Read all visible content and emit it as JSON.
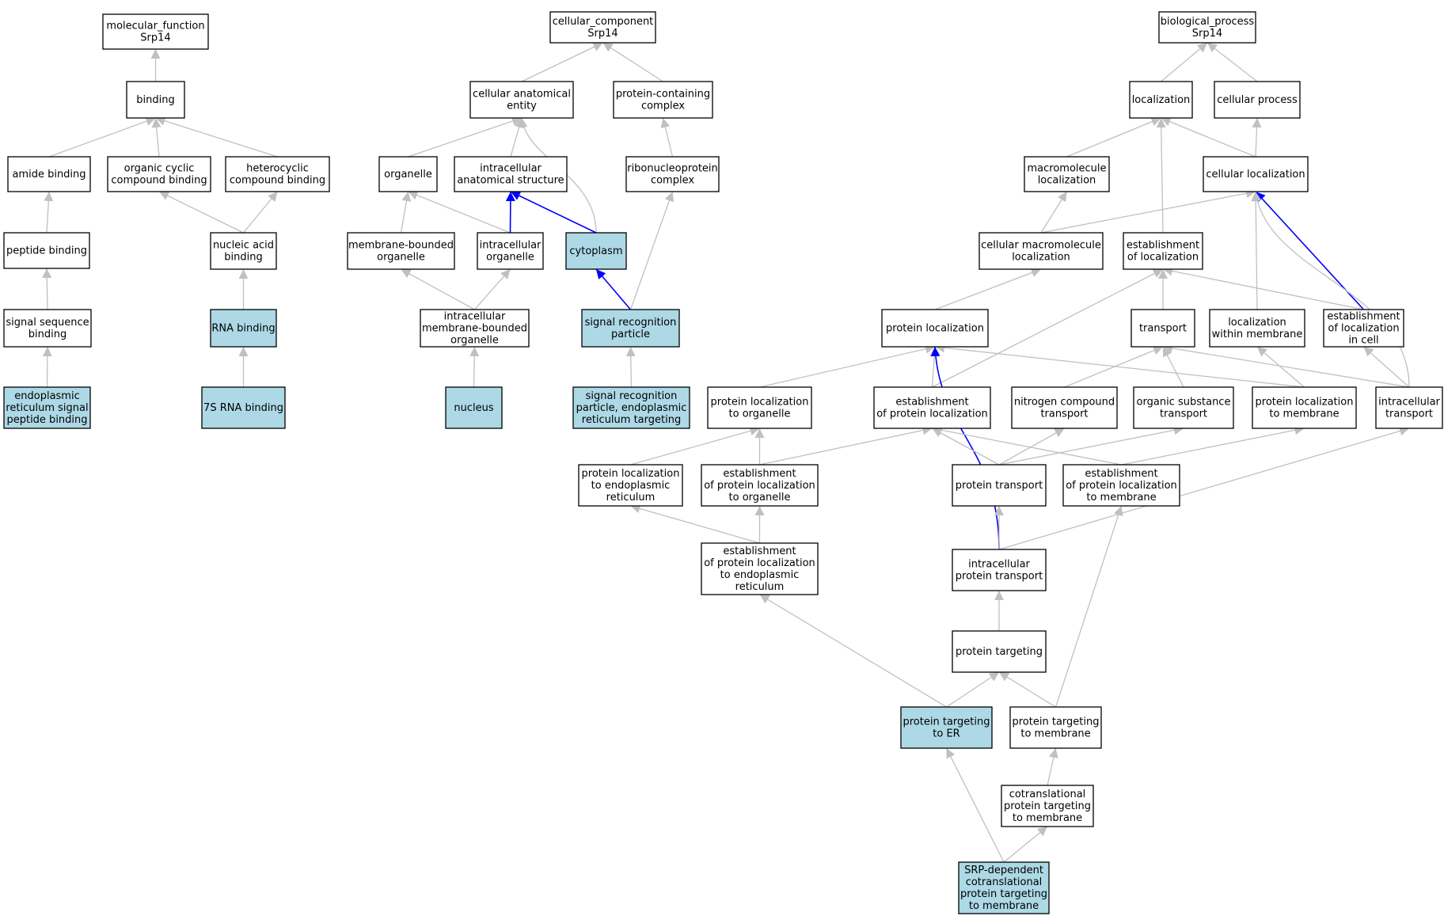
{
  "colors": {
    "plain_fill": "#ffffff",
    "highlight_fill": "#add8e6",
    "edge_gray": "#c0c0c0",
    "edge_blue": "#0000ff",
    "border": "#000000"
  },
  "nodes": [
    {
      "id": "mf",
      "lines": [
        "molecular_function",
        "Srp14"
      ],
      "highlight": false
    },
    {
      "id": "binding",
      "lines": [
        "binding"
      ],
      "highlight": false
    },
    {
      "id": "amide",
      "lines": [
        "amide binding"
      ],
      "highlight": false
    },
    {
      "id": "orgcyc",
      "lines": [
        "organic cyclic",
        "compound binding"
      ],
      "highlight": false
    },
    {
      "id": "hetcyc",
      "lines": [
        "heterocyclic",
        "compound binding"
      ],
      "highlight": false
    },
    {
      "id": "peptide",
      "lines": [
        "peptide binding"
      ],
      "highlight": false
    },
    {
      "id": "nucacid",
      "lines": [
        "nucleic acid",
        "binding"
      ],
      "highlight": false
    },
    {
      "id": "signalseq",
      "lines": [
        "signal sequence",
        "binding"
      ],
      "highlight": false
    },
    {
      "id": "rnabind",
      "lines": [
        "RNA binding"
      ],
      "highlight": true
    },
    {
      "id": "erspb",
      "lines": [
        "endoplasmic",
        "reticulum signal",
        "peptide binding"
      ],
      "highlight": true
    },
    {
      "id": "rna7s",
      "lines": [
        "7S RNA binding"
      ],
      "highlight": true
    },
    {
      "id": "cc",
      "lines": [
        "cellular_component",
        "Srp14"
      ],
      "highlight": false
    },
    {
      "id": "cae",
      "lines": [
        "cellular anatomical",
        "entity"
      ],
      "highlight": false
    },
    {
      "id": "pcc",
      "lines": [
        "protein-containing",
        "complex"
      ],
      "highlight": false
    },
    {
      "id": "organelle",
      "lines": [
        "organelle"
      ],
      "highlight": false
    },
    {
      "id": "ias",
      "lines": [
        "intracellular",
        "anatomical structure"
      ],
      "highlight": false
    },
    {
      "id": "rnp",
      "lines": [
        "ribonucleoprotein",
        "complex"
      ],
      "highlight": false
    },
    {
      "id": "mbo",
      "lines": [
        "membrane-bounded",
        "organelle"
      ],
      "highlight": false
    },
    {
      "id": "io",
      "lines": [
        "intracellular",
        "organelle"
      ],
      "highlight": false
    },
    {
      "id": "cytoplasm",
      "lines": [
        "cytoplasm"
      ],
      "highlight": true
    },
    {
      "id": "imbo",
      "lines": [
        "intracellular",
        "membrane-bounded",
        "organelle"
      ],
      "highlight": false
    },
    {
      "id": "srp",
      "lines": [
        "signal recognition",
        "particle"
      ],
      "highlight": true
    },
    {
      "id": "nucleus",
      "lines": [
        "nucleus"
      ],
      "highlight": true
    },
    {
      "id": "srper",
      "lines": [
        "signal recognition",
        "particle, endoplasmic",
        "reticulum targeting"
      ],
      "highlight": true
    },
    {
      "id": "bp",
      "lines": [
        "biological_process",
        "Srp14"
      ],
      "highlight": false
    },
    {
      "id": "loc",
      "lines": [
        "localization"
      ],
      "highlight": false
    },
    {
      "id": "cellproc",
      "lines": [
        "cellular process"
      ],
      "highlight": false
    },
    {
      "id": "macloc",
      "lines": [
        "macromolecule",
        "localization"
      ],
      "highlight": false
    },
    {
      "id": "cellloc",
      "lines": [
        "cellular localization"
      ],
      "highlight": false
    },
    {
      "id": "cmacloc",
      "lines": [
        "cellular macromolecule",
        "localization"
      ],
      "highlight": false
    },
    {
      "id": "estloc",
      "lines": [
        "establishment",
        "of localization"
      ],
      "highlight": false
    },
    {
      "id": "protloc",
      "lines": [
        "protein localization"
      ],
      "highlight": false
    },
    {
      "id": "transport",
      "lines": [
        "transport"
      ],
      "highlight": false
    },
    {
      "id": "locmem",
      "lines": [
        "localization",
        "within membrane"
      ],
      "highlight": false
    },
    {
      "id": "estloccell",
      "lines": [
        "establishment",
        "of localization",
        "in cell"
      ],
      "highlight": false
    },
    {
      "id": "plorg",
      "lines": [
        "protein localization",
        "to organelle"
      ],
      "highlight": false
    },
    {
      "id": "estprotloc",
      "lines": [
        "establishment",
        "of protein localization"
      ],
      "highlight": false
    },
    {
      "id": "nitro",
      "lines": [
        "nitrogen compound",
        "transport"
      ],
      "highlight": false
    },
    {
      "id": "orgsub",
      "lines": [
        "organic substance",
        "transport"
      ],
      "highlight": false
    },
    {
      "id": "plmem",
      "lines": [
        "protein localization",
        "to membrane"
      ],
      "highlight": false
    },
    {
      "id": "ictrans",
      "lines": [
        "intracellular",
        "transport"
      ],
      "highlight": false
    },
    {
      "id": "pler",
      "lines": [
        "protein localization",
        "to endoplasmic",
        "reticulum"
      ],
      "highlight": false
    },
    {
      "id": "estplorg",
      "lines": [
        "establishment",
        "of protein localization",
        "to organelle"
      ],
      "highlight": false
    },
    {
      "id": "prottrans",
      "lines": [
        "protein transport"
      ],
      "highlight": false
    },
    {
      "id": "estplmem",
      "lines": [
        "establishment",
        "of protein localization",
        "to membrane"
      ],
      "highlight": false
    },
    {
      "id": "estpler",
      "lines": [
        "establishment",
        "of protein localization",
        "to endoplasmic",
        "reticulum"
      ],
      "highlight": false
    },
    {
      "id": "icprottrans",
      "lines": [
        "intracellular",
        "protein transport"
      ],
      "highlight": false
    },
    {
      "id": "prottarg",
      "lines": [
        "protein targeting"
      ],
      "highlight": false
    },
    {
      "id": "ptarger",
      "lines": [
        "protein targeting",
        "to ER"
      ],
      "highlight": true
    },
    {
      "id": "ptargmem",
      "lines": [
        "protein targeting",
        "to membrane"
      ],
      "highlight": false
    },
    {
      "id": "cotrans",
      "lines": [
        "cotranslational",
        "protein targeting",
        "to membrane"
      ],
      "highlight": false
    },
    {
      "id": "srpdep",
      "lines": [
        "SRP-dependent",
        "cotranslational",
        "protein targeting",
        "to membrane"
      ],
      "highlight": true
    }
  ],
  "edges": [
    {
      "from": "binding",
      "to": "mf",
      "color": "gray"
    },
    {
      "from": "amide",
      "to": "binding",
      "color": "gray"
    },
    {
      "from": "orgcyc",
      "to": "binding",
      "color": "gray"
    },
    {
      "from": "hetcyc",
      "to": "binding",
      "color": "gray"
    },
    {
      "from": "peptide",
      "to": "amide",
      "color": "gray"
    },
    {
      "from": "nucacid",
      "to": "orgcyc",
      "color": "gray"
    },
    {
      "from": "nucacid",
      "to": "hetcyc",
      "color": "gray"
    },
    {
      "from": "signalseq",
      "to": "peptide",
      "color": "gray"
    },
    {
      "from": "rnabind",
      "to": "nucacid",
      "color": "gray"
    },
    {
      "from": "erspb",
      "to": "signalseq",
      "color": "gray"
    },
    {
      "from": "rna7s",
      "to": "rnabind",
      "color": "gray"
    },
    {
      "from": "cae",
      "to": "cc",
      "color": "gray"
    },
    {
      "from": "pcc",
      "to": "cc",
      "color": "gray"
    },
    {
      "from": "organelle",
      "to": "cae",
      "color": "gray"
    },
    {
      "from": "ias",
      "to": "cae",
      "color": "gray"
    },
    {
      "from": "cytoplasm",
      "to": "cae",
      "color": "gray",
      "curve": true
    },
    {
      "from": "rnp",
      "to": "pcc",
      "color": "gray"
    },
    {
      "from": "mbo",
      "to": "organelle",
      "color": "gray"
    },
    {
      "from": "io",
      "to": "organelle",
      "color": "gray"
    },
    {
      "from": "io",
      "to": "ias",
      "color": "blue"
    },
    {
      "from": "cytoplasm",
      "to": "ias",
      "color": "blue"
    },
    {
      "from": "imbo",
      "to": "mbo",
      "color": "gray"
    },
    {
      "from": "imbo",
      "to": "io",
      "color": "gray"
    },
    {
      "from": "srp",
      "to": "cytoplasm",
      "color": "blue"
    },
    {
      "from": "srp",
      "to": "rnp",
      "color": "gray"
    },
    {
      "from": "nucleus",
      "to": "imbo",
      "color": "gray"
    },
    {
      "from": "srper",
      "to": "srp",
      "color": "gray"
    },
    {
      "from": "loc",
      "to": "bp",
      "color": "gray"
    },
    {
      "from": "cellproc",
      "to": "bp",
      "color": "gray"
    },
    {
      "from": "macloc",
      "to": "loc",
      "color": "gray"
    },
    {
      "from": "cellloc",
      "to": "loc",
      "color": "gray"
    },
    {
      "from": "estloc",
      "to": "loc",
      "color": "gray"
    },
    {
      "from": "cellloc",
      "to": "cellproc",
      "color": "gray"
    },
    {
      "from": "cmacloc",
      "to": "macloc",
      "color": "gray"
    },
    {
      "from": "cmacloc",
      "to": "cellloc",
      "color": "gray"
    },
    {
      "from": "locmem",
      "to": "cellloc",
      "color": "gray"
    },
    {
      "from": "estloccell",
      "to": "cellloc",
      "color": "blue"
    },
    {
      "from": "ictrans",
      "to": "cellloc",
      "color": "gray",
      "curve": true
    },
    {
      "from": "protloc",
      "to": "cmacloc",
      "color": "gray"
    },
    {
      "from": "transport",
      "to": "estloc",
      "color": "gray"
    },
    {
      "from": "estprotloc",
      "to": "estloc",
      "color": "gray"
    },
    {
      "from": "estloccell",
      "to": "estloc",
      "color": "gray"
    },
    {
      "from": "plorg",
      "to": "protloc",
      "color": "gray"
    },
    {
      "from": "estprotloc",
      "to": "protloc",
      "color": "gray"
    },
    {
      "from": "plmem",
      "to": "protloc",
      "color": "gray"
    },
    {
      "from": "icprottrans",
      "to": "protloc",
      "color": "blue",
      "curve": true
    },
    {
      "from": "nitro",
      "to": "transport",
      "color": "gray"
    },
    {
      "from": "orgsub",
      "to": "transport",
      "color": "gray"
    },
    {
      "from": "ictrans",
      "to": "transport",
      "color": "gray"
    },
    {
      "from": "plmem",
      "to": "locmem",
      "color": "gray"
    },
    {
      "from": "ictrans",
      "to": "estloccell",
      "color": "gray"
    },
    {
      "from": "pler",
      "to": "plorg",
      "color": "gray"
    },
    {
      "from": "estplorg",
      "to": "plorg",
      "color": "gray"
    },
    {
      "from": "estplorg",
      "to": "estprotloc",
      "color": "gray"
    },
    {
      "from": "prottrans",
      "to": "estprotloc",
      "color": "gray"
    },
    {
      "from": "estplmem",
      "to": "estprotloc",
      "color": "gray"
    },
    {
      "from": "prottrans",
      "to": "nitro",
      "color": "gray"
    },
    {
      "from": "prottrans",
      "to": "orgsub",
      "color": "gray"
    },
    {
      "from": "estplmem",
      "to": "plmem",
      "color": "gray"
    },
    {
      "from": "icprottrans",
      "to": "ictrans",
      "color": "gray"
    },
    {
      "from": "estpler",
      "to": "pler",
      "color": "gray"
    },
    {
      "from": "estpler",
      "to": "estplorg",
      "color": "gray"
    },
    {
      "from": "icprottrans",
      "to": "prottrans",
      "color": "gray"
    },
    {
      "from": "prottarg",
      "to": "icprottrans",
      "color": "gray"
    },
    {
      "from": "ptarger",
      "to": "estpler",
      "color": "gray"
    },
    {
      "from": "ptarger",
      "to": "prottarg",
      "color": "gray"
    },
    {
      "from": "ptargmem",
      "to": "prottarg",
      "color": "gray"
    },
    {
      "from": "ptargmem",
      "to": "estplmem",
      "color": "gray"
    },
    {
      "from": "cotrans",
      "to": "ptargmem",
      "color": "gray"
    },
    {
      "from": "srpdep",
      "to": "ptarger",
      "color": "gray"
    },
    {
      "from": "srpdep",
      "to": "cotrans",
      "color": "gray"
    }
  ]
}
